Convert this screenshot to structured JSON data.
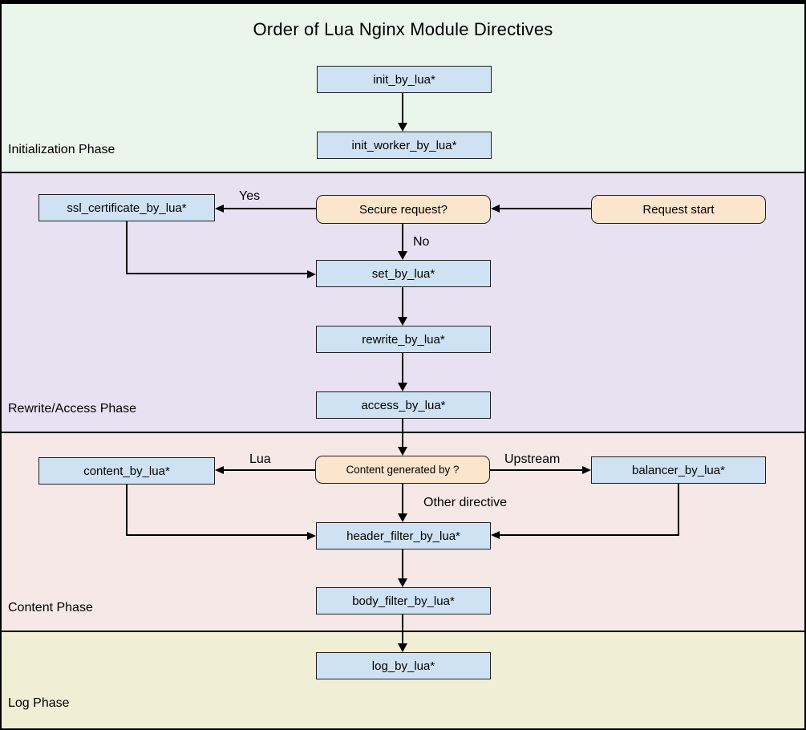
{
  "title": "Order of Lua Nginx Module Directives",
  "phases": [
    {
      "label": "Initialization Phase",
      "background": "#eaf5eb"
    },
    {
      "label": "Rewrite/Access Phase",
      "background": "#e8e1f2"
    },
    {
      "label": "Content Phase",
      "background": "#f5e8e7"
    },
    {
      "label": "Log Phase",
      "background": "#f0efd6"
    }
  ],
  "nodes": {
    "init_by_lua": {
      "label": "init_by_lua*"
    },
    "init_worker_by_lua": {
      "label": "init_worker_by_lua*"
    },
    "ssl_certificate_by_lua": {
      "label": "ssl_certificate_by_lua*"
    },
    "secure_request": {
      "label": "Secure request?"
    },
    "request_start": {
      "label": "Request start"
    },
    "set_by_lua": {
      "label": "set_by_lua*"
    },
    "rewrite_by_lua": {
      "label": "rewrite_by_lua*"
    },
    "access_by_lua": {
      "label": "access_by_lua*"
    },
    "content_by_lua": {
      "label": "content_by_lua*"
    },
    "content_generated_by": {
      "label": "Content generated by ?"
    },
    "balancer_by_lua": {
      "label": "balancer_by_lua*"
    },
    "header_filter_by_lua": {
      "label": "header_filter_by_lua*"
    },
    "body_filter_by_lua": {
      "label": "body_filter_by_lua*"
    },
    "log_by_lua": {
      "label": "log_by_lua*"
    }
  },
  "edge_labels": {
    "yes": "Yes",
    "no": "No",
    "lua": "Lua",
    "upstream": "Upstream",
    "other_directive": "Other directive"
  },
  "colors": {
    "directive_box_fill": "#cfe2f3",
    "decision_box_fill": "#fce5cd",
    "box_border": "#1f1f1f",
    "line": "#000000",
    "phase_init_bg": "#eaf5eb",
    "phase_rewrite_bg": "#e8e1f2",
    "phase_content_bg": "#f5e8e7",
    "phase_log_bg": "#f0efd6"
  }
}
